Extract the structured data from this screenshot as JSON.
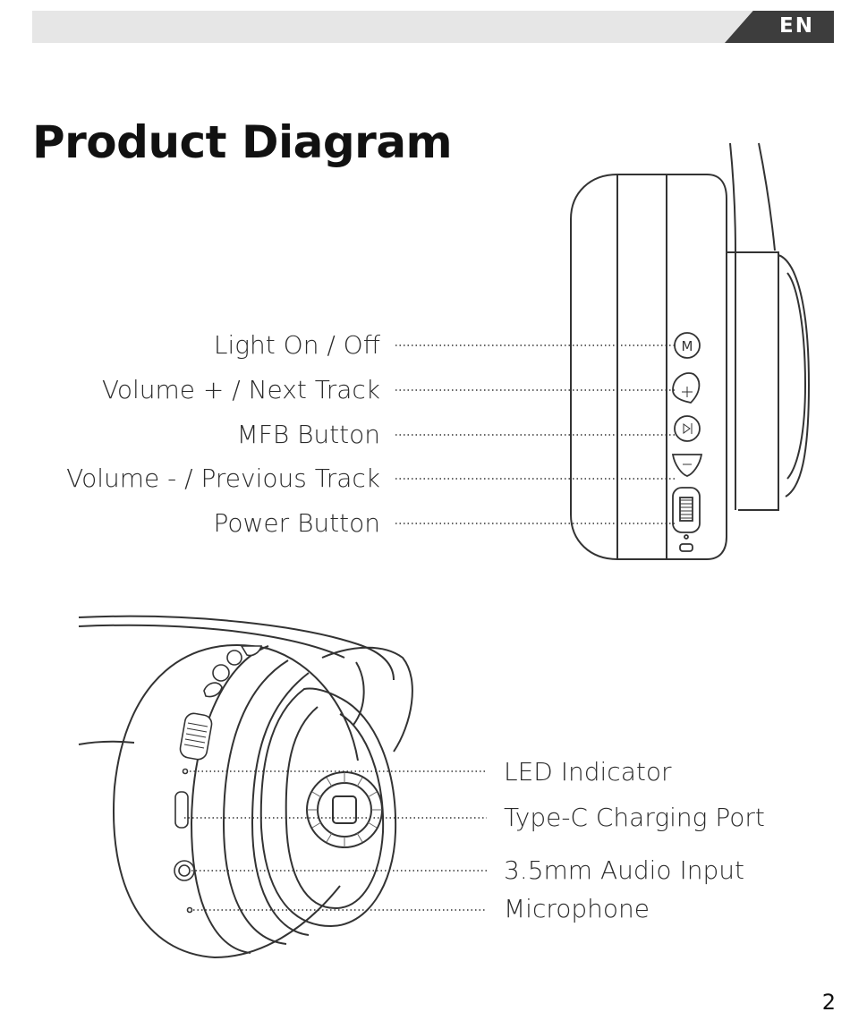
{
  "header": {
    "language": "EN"
  },
  "title": "Product Diagram",
  "side_view": {
    "labels": [
      "Light On / Off",
      "Volume + / Next Track",
      "MFB Button",
      "Volume - / Previous Track",
      "Power Button"
    ]
  },
  "bottom_view": {
    "labels": [
      "LED Indicator",
      "Type-C Charging Port",
      "3.5mm Audio Input",
      "Microphone"
    ]
  },
  "page_number": "2",
  "icons": {
    "light_button": "M",
    "volume_up": "plus",
    "mfb": "play-pause",
    "volume_down": "minus",
    "power": "slider"
  }
}
